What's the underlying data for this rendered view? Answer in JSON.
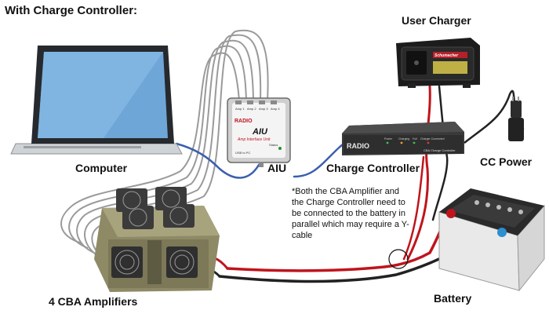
{
  "title": "With Charge Controller:",
  "labels": {
    "user_charger": "User Charger",
    "computer": "Computer",
    "aiu": "AIU",
    "charge_controller": "Charge Controller",
    "cc_power": "CC Power",
    "amplifiers": "4 CBA Amplifiers",
    "battery": "Battery"
  },
  "note": "*Both the CBA Amplifier and the Charge Controller need to be connected to the battery in parallel which may require a Y-cable",
  "aiu_device": {
    "brand": "RADIO",
    "name": "AIU",
    "subtitle": "Amp Interface Unit",
    "port_labels": [
      "Amp 1",
      "Amp 2",
      "Amp 3",
      "Amp 4"
    ],
    "usb_label": "USB to PC",
    "status_label": "Status"
  },
  "charge_controller_device": {
    "brand": "RADIO",
    "name": "CBA Charge Controller",
    "indicators": [
      "Power",
      "Charging",
      "Full",
      "Charger Connected"
    ]
  },
  "charger_device": {
    "brand": "Schumacher"
  },
  "colors": {
    "positive_cable": "#c0141c",
    "negative_cable": "#222222",
    "usb_cable": "#3a5fae",
    "amp_cables": "#9a9a9a"
  }
}
